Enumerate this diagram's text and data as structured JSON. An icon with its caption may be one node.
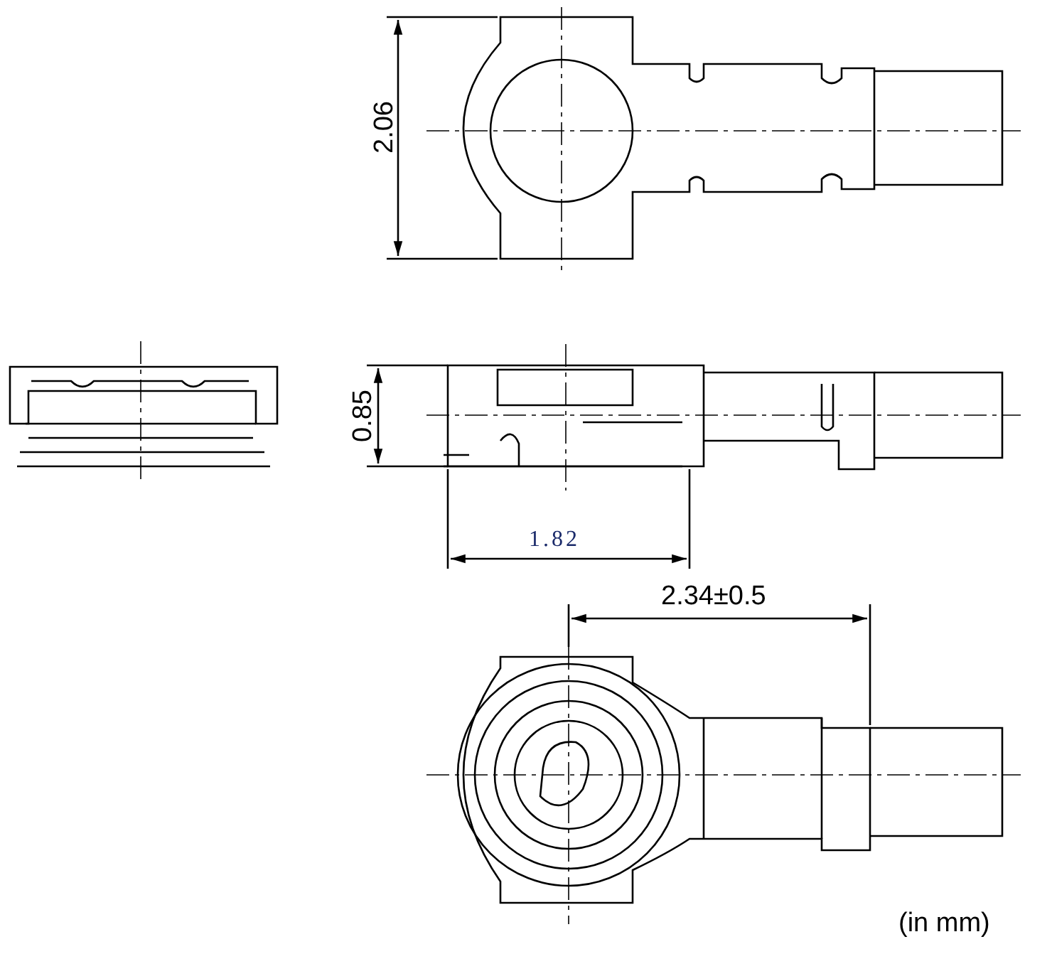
{
  "diagram": {
    "labels": [
      "2.06",
      "0.85",
      "1.82",
      "2.34±0.5",
      "(in mm)"
    ]
  }
}
